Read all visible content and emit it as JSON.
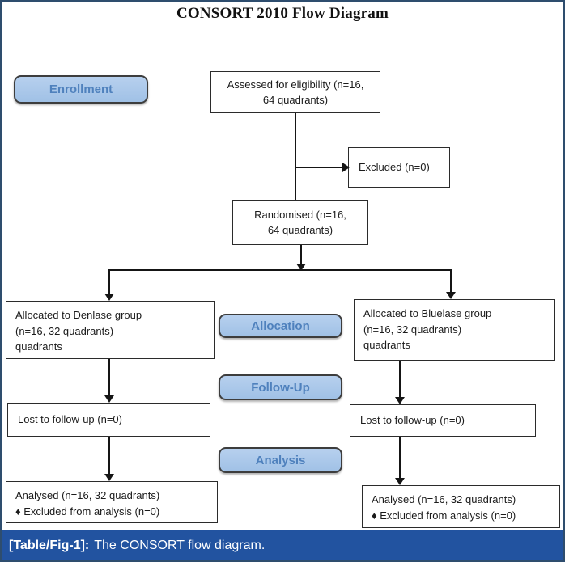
{
  "title": "CONSORT 2010 Flow Diagram",
  "stage_labels": {
    "enrollment": "Enrollment",
    "allocation": "Allocation",
    "follow_up": "Follow-Up",
    "analysis": "Analysis"
  },
  "boxes": {
    "assessed": "Assessed for eligibility (n=16,\n64 quadrants)",
    "excluded": "Excluded (n=0)",
    "randomised": "Randomised (n=16,\n64 quadrants)",
    "allocated_denlase": "Allocated to Denlase group\n(n=16, 32 quadrants)\nquadrants",
    "allocated_bluelase": "Allocated to Bluelase group\n(n=16, 32 quadrants)\nquadrants",
    "lost_denlase": "Lost to follow-up (n=0)",
    "lost_bluelase": "Lost to follow-up (n=0)",
    "analysed_denlase": "Analysed (n=16, 32 quadrants)\n♦ Excluded from analysis (n=0)",
    "analysed_bluelase": "Analysed (n=16, 32 quadrants)\n♦ Excluded from analysis (n=0)"
  },
  "caption": {
    "label": "[Table/Fig-1]:",
    "text": "The CONSORT flow diagram."
  },
  "colors": {
    "stage_fill": "#a9c6e8",
    "stage_text": "#4f81bd",
    "caption_bg": "#2253a0",
    "frame_border": "#2e4d6e",
    "line_color": "#151515"
  }
}
